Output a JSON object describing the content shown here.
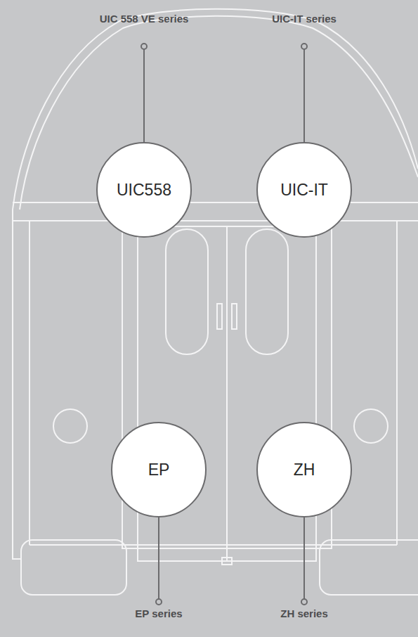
{
  "diagram": {
    "nodes": [
      {
        "text": [
          "UIC 558 VE series",
          "UIC558"
        ]
      },
      {
        "text": [
          "UIC-IT series",
          "UIC-IT"
        ]
      },
      {
        "text": [
          "EP series",
          "EP"
        ]
      },
      {
        "text": [
          "ZH series",
          "ZH"
        ]
      }
    ]
  }
}
